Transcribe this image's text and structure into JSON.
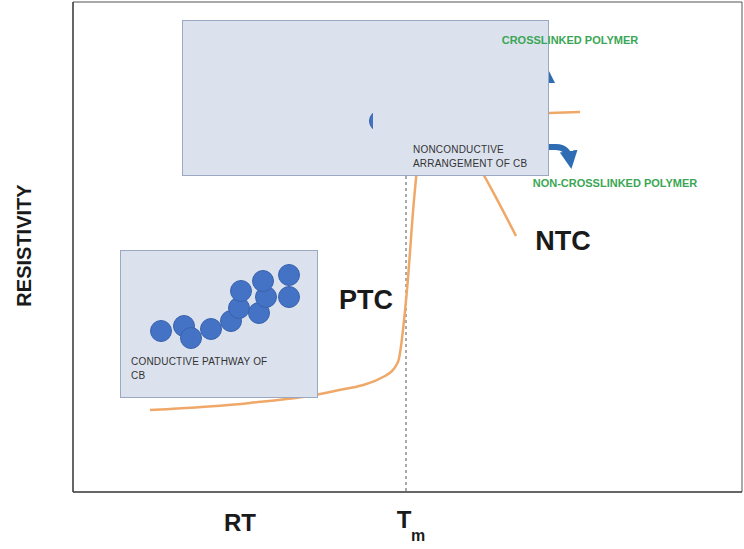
{
  "diagram": {
    "nodes": [
      {
        "text": [
          "NONCONDUCTIVE ARRANGEMENT OF CB"
        ]
      },
      {
        "text": [
          "CONDUCTIVE PATHWAY OF CB"
        ]
      }
    ],
    "labels": [
      "RESISTIVITY",
      "PTC",
      "NTC",
      "CROSSLINKED POLYMER",
      "NON-CROSSLINKED POLYMER",
      "RT",
      "T",
      "m"
    ]
  }
}
